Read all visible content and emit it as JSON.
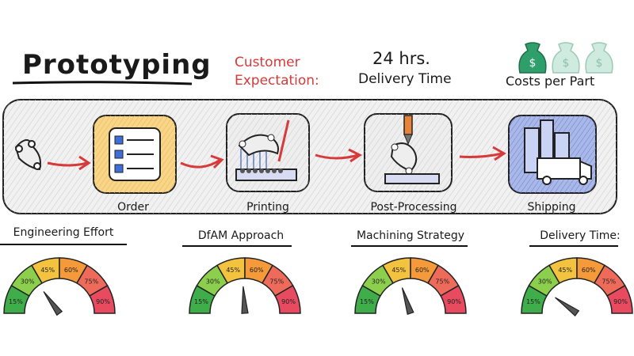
{
  "header": {
    "title": "Prototyping",
    "customer_expectation": "Customer\nExpectation:",
    "hours": "24 hrs.",
    "delivery_time": "Delivery Time",
    "costs_per_part": "Costs per Part"
  },
  "colors": {
    "accent_red": "#d63a3a",
    "order_bg": "#f7d58a",
    "shipping_bg": "#aab8e8",
    "money_active": "#2e9e6a",
    "money_inactive": "#cfeadf"
  },
  "steps": [
    {
      "label": "Order",
      "icon": "checklist-icon"
    },
    {
      "label": "Printing",
      "icon": "printer-icon"
    },
    {
      "label": "Post-Processing",
      "icon": "milling-icon"
    },
    {
      "label": "Shipping",
      "icon": "truck-factory-icon"
    }
  ],
  "cost_level": {
    "active": 1,
    "total": 3
  },
  "gauges": [
    {
      "title": "Engineering Effort",
      "value_percent": 30
    },
    {
      "title": "DfAM Approach",
      "value_percent": 48
    },
    {
      "title": "Machining Strategy",
      "value_percent": 40
    },
    {
      "title": "Delivery Time:",
      "value_percent": 20
    }
  ],
  "gauge_ticks": [
    "15%",
    "30%",
    "45%",
    "60%",
    "75%",
    "90%"
  ]
}
